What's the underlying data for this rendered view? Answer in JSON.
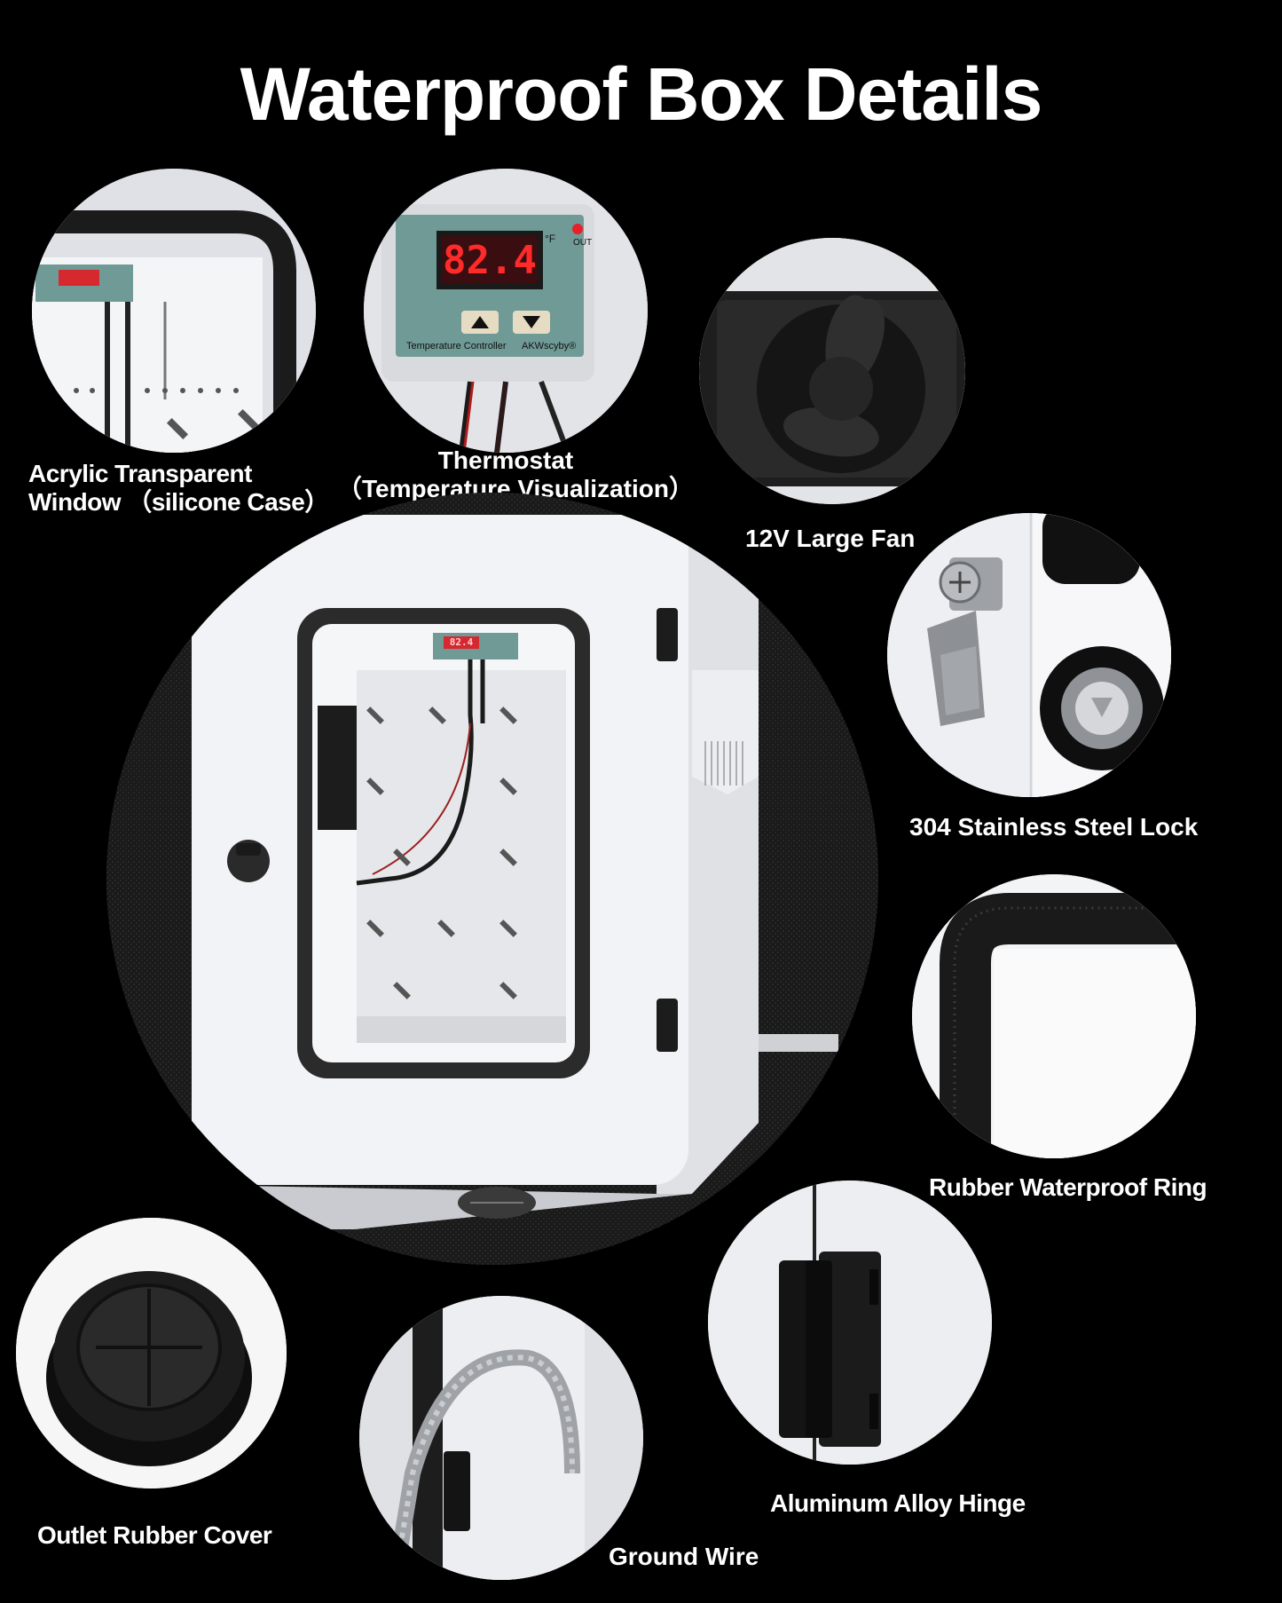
{
  "title": "Waterproof Box Details",
  "thermostat_display": "82.4",
  "thermostat_unit": "°F",
  "thermostat_out": "OUT",
  "thermostat_label": "Temperature Controller",
  "thermostat_brand": "AKWscyby®",
  "window_display": "82.4",
  "captions": {
    "acrylic_line1": "Acrylic Transparent",
    "acrylic_line2": "Window  （silicone Case）",
    "thermostat_line1": "Thermostat",
    "thermostat_line2": "（Temperature Visualization）",
    "fan": "12V Large Fan",
    "lock": "304 Stainless Steel Lock",
    "ring": "Rubber Waterproof Ring",
    "outlet": "Outlet Rubber Cover",
    "ground": "Ground Wire",
    "hinge": "Aluminum Alloy Hinge"
  },
  "colors": {
    "background": "#000000",
    "panel": "#6f9a95",
    "lcd": "#e8202a",
    "box": "#f2f3f6",
    "gasket": "#2b2b2b"
  }
}
